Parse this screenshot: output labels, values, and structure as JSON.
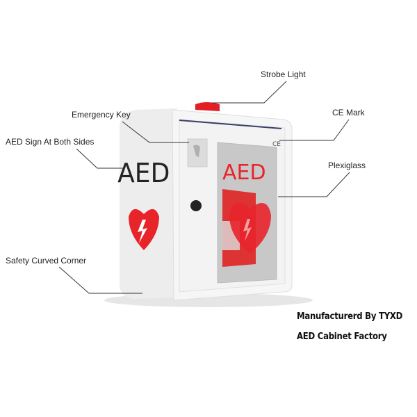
{
  "callouts": [
    {
      "id": "strobe-light",
      "text": "Strobe Light"
    },
    {
      "id": "emergency-key",
      "text": "Emergency Key"
    },
    {
      "id": "ce-mark",
      "text": "CE Mark"
    },
    {
      "id": "aed-sign",
      "text": "AED Sign At Both Sides"
    },
    {
      "id": "plexiglass",
      "text": "Plexiglass"
    },
    {
      "id": "curved-corner",
      "text": "Safety Curved Corner"
    }
  ],
  "cabinet": {
    "side_sign": "AED",
    "window_sign": "AED",
    "ce": "CE",
    "colors": {
      "red": "#e8242b",
      "body": "#f2f2f2",
      "text": "#222222"
    }
  },
  "footer": {
    "line1": "Manufacturerd By TYXD",
    "line2": "AED Cabinet Factory"
  }
}
